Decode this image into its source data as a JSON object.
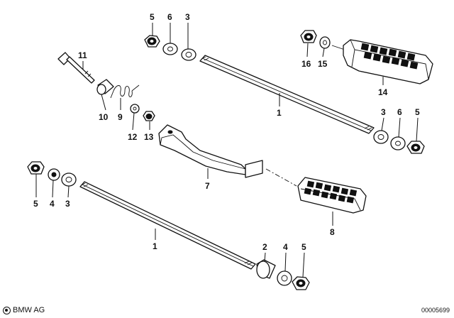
{
  "labels": {
    "l1_top": "1",
    "l1_bottom": "1",
    "l2": "2",
    "l3_top": "3",
    "l3_right": "3",
    "l3_left": "3",
    "l4_left": "4",
    "l4_right": "4",
    "l5_top": "5",
    "l5_right": "5",
    "l5_left": "5",
    "l5_bottom": "5",
    "l6_top": "6",
    "l6_right": "6",
    "l7": "7",
    "l8": "8",
    "l9": "9",
    "l10": "10",
    "l11": "11",
    "l12": "12",
    "l13": "13",
    "l14": "14",
    "l15": "15",
    "l16": "16"
  },
  "footer": {
    "brand": "BMW AG",
    "doc_id": "00005699"
  }
}
